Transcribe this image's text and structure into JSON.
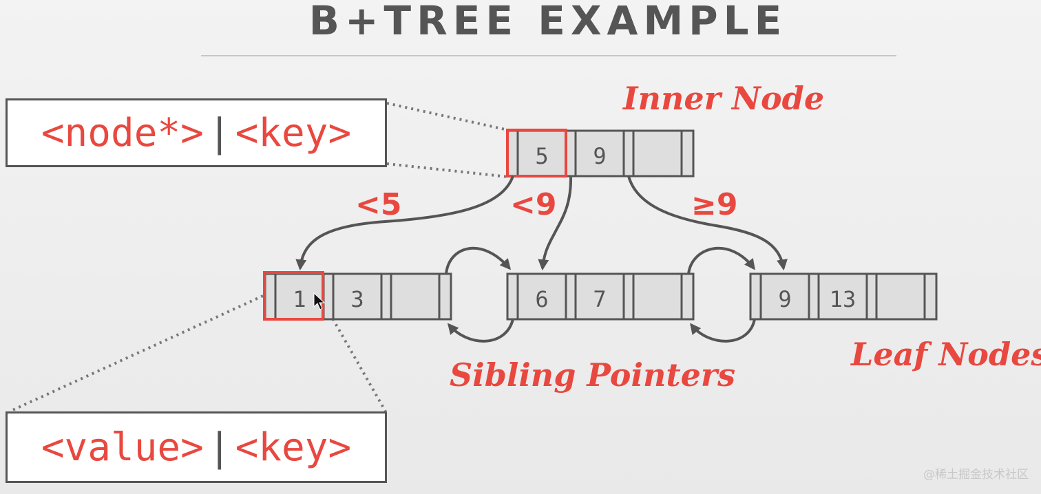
{
  "title": "B+TREE EXAMPLE",
  "inner_node_label": "Inner Node",
  "leaf_nodes_label": "Leaf Nodes",
  "sibling_pointers_label": "Sibling Pointers",
  "inner_format": {
    "pointer": "<node*>",
    "separator": "|",
    "key": "<key>"
  },
  "leaf_format": {
    "value": "<value>",
    "separator": "|",
    "key": "<key>"
  },
  "inner_node": {
    "keys": [
      "5",
      "9",
      ""
    ]
  },
  "leaf_nodes": [
    {
      "keys": [
        "1",
        "3",
        ""
      ]
    },
    {
      "keys": [
        "6",
        "7",
        ""
      ]
    },
    {
      "keys": [
        "9",
        "13",
        ""
      ]
    }
  ],
  "pointer_labels": [
    "<5",
    "<9",
    "≥9"
  ],
  "watermark": "@稀土掘金技术社区",
  "colors": {
    "accent": "#e8483f",
    "node_fill": "#dedede",
    "node_border": "#555555",
    "text": "#555555"
  }
}
